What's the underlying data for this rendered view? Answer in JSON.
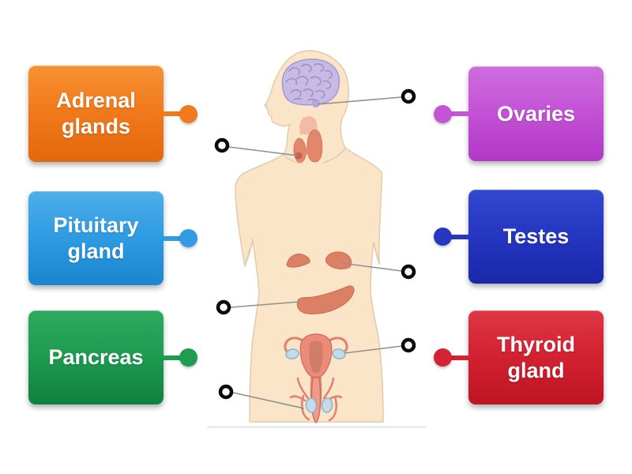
{
  "page": {
    "background": "#FFFFFF"
  },
  "diagram": {
    "name": "endocrine-system-body-figure",
    "description": "Human body illustration showing brain, thyroid, adrenal glands, pancreas, uterus with ovaries, and testes, with six unanswered target points",
    "pointer_line_color": "#8F8F8F",
    "target_ring_color": "#0A0A0A",
    "skin_color": "#FBE5C8",
    "brain_color": "#C7BAE3",
    "organ_color": "#DC8065",
    "gonad_color": "#C3DBEB"
  },
  "labels": [
    {
      "id": "adrenal-glands",
      "text": "Adrenal glands",
      "side": "left",
      "color": "#F07A1C",
      "color_light": "#F79233",
      "color_dark": "#E4670C"
    },
    {
      "id": "pituitary-gland",
      "text": "Pituitary gland",
      "side": "left",
      "color": "#2F9CE3",
      "color_light": "#4FAEE9",
      "color_dark": "#1B85D0"
    },
    {
      "id": "pancreas",
      "text": "Pancreas",
      "side": "left",
      "color": "#1E9C51",
      "color_light": "#2EAA60",
      "color_dark": "#0F813E"
    },
    {
      "id": "ovaries",
      "text": "Ovaries",
      "side": "right",
      "color": "#C453D6",
      "color_light": "#CF6CDF",
      "color_dark": "#B238C6"
    },
    {
      "id": "testes",
      "text": "Testes",
      "side": "right",
      "color": "#2637C2",
      "color_light": "#3347CF",
      "color_dark": "#1928A8"
    },
    {
      "id": "thyroid-gland",
      "text": "Thyroid gland",
      "side": "right",
      "color": "#D32231",
      "color_light": "#DF3744",
      "color_dark": "#BE1523"
    }
  ]
}
